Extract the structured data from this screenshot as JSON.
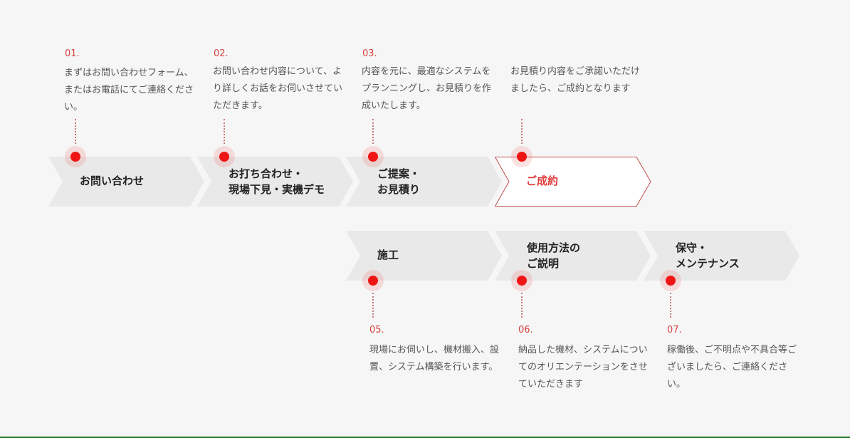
{
  "colors": {
    "background": "#f6f6f6",
    "arrow_fill": "#e9e9e9",
    "active_fill": "#ffffff",
    "accent_red": "#e23b3b",
    "dot_red": "#f01515",
    "number_red": "#d9423f"
  },
  "steps": [
    {
      "number": "01.",
      "title": "お問い合わせ",
      "desc": "まずはお問い合わせフォーム、またはお電話にてご連絡ください。"
    },
    {
      "number": "02.",
      "title": "お打ち合わせ・\n現場下見・実機デモ",
      "desc": "お問い合わせ内容について、より詳しくお話をお伺いさせていただきます。"
    },
    {
      "number": "03.",
      "title": "ご提案・\nお見積り",
      "desc": "内容を元に、最適なシステムをプランニングし、お見積りを作成いたします。"
    },
    {
      "number": "",
      "title": "ご成約",
      "desc": "お見積り内容をご承諾いただけましたら、ご成約となります"
    },
    {
      "number": "05.",
      "title": "施工",
      "desc": "現場にお伺いし、機材搬入、設置、システム構築を行います。"
    },
    {
      "number": "06.",
      "title": "使用方法の\nご説明",
      "desc": "納品した機材、システムについてのオリエンテーションをさせていただきます"
    },
    {
      "number": "07.",
      "title": "保守・\nメンテナンス",
      "desc": "稼働後、ご不明点や不具合等ございましたら、ご連絡ください。"
    }
  ]
}
